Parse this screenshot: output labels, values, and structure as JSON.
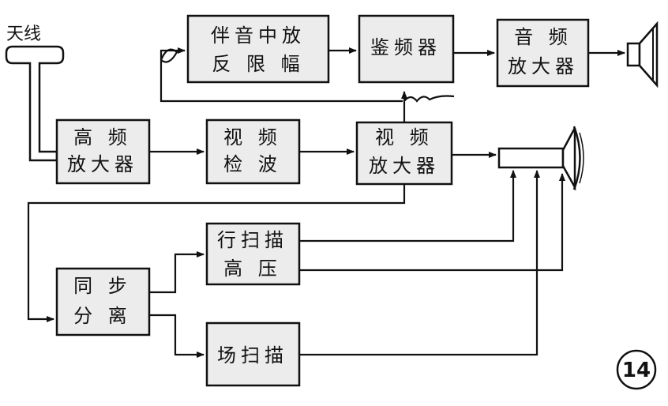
{
  "antenna": {
    "label": "天线"
  },
  "blocks": {
    "rf_amp": {
      "line1": "高 频",
      "line2": "放大器"
    },
    "video_detector": {
      "line1": "视 频",
      "line2": "检 波"
    },
    "video_amp": {
      "line1": "视 频",
      "line2": "放大器"
    },
    "sound_if_amp": {
      "line1": "伴音中放",
      "line2": "反 限 幅"
    },
    "discriminator": {
      "line1": "鉴频器"
    },
    "audio_amp": {
      "line1": "音 频",
      "line2": "放大器"
    },
    "horizontal_scan": {
      "line1": "行扫描",
      "line2": "高 压"
    },
    "sync_separator": {
      "line1": "同 步",
      "line2": "分 离"
    },
    "vertical_scan": {
      "line1": "场扫描"
    }
  },
  "figure_number": "14"
}
